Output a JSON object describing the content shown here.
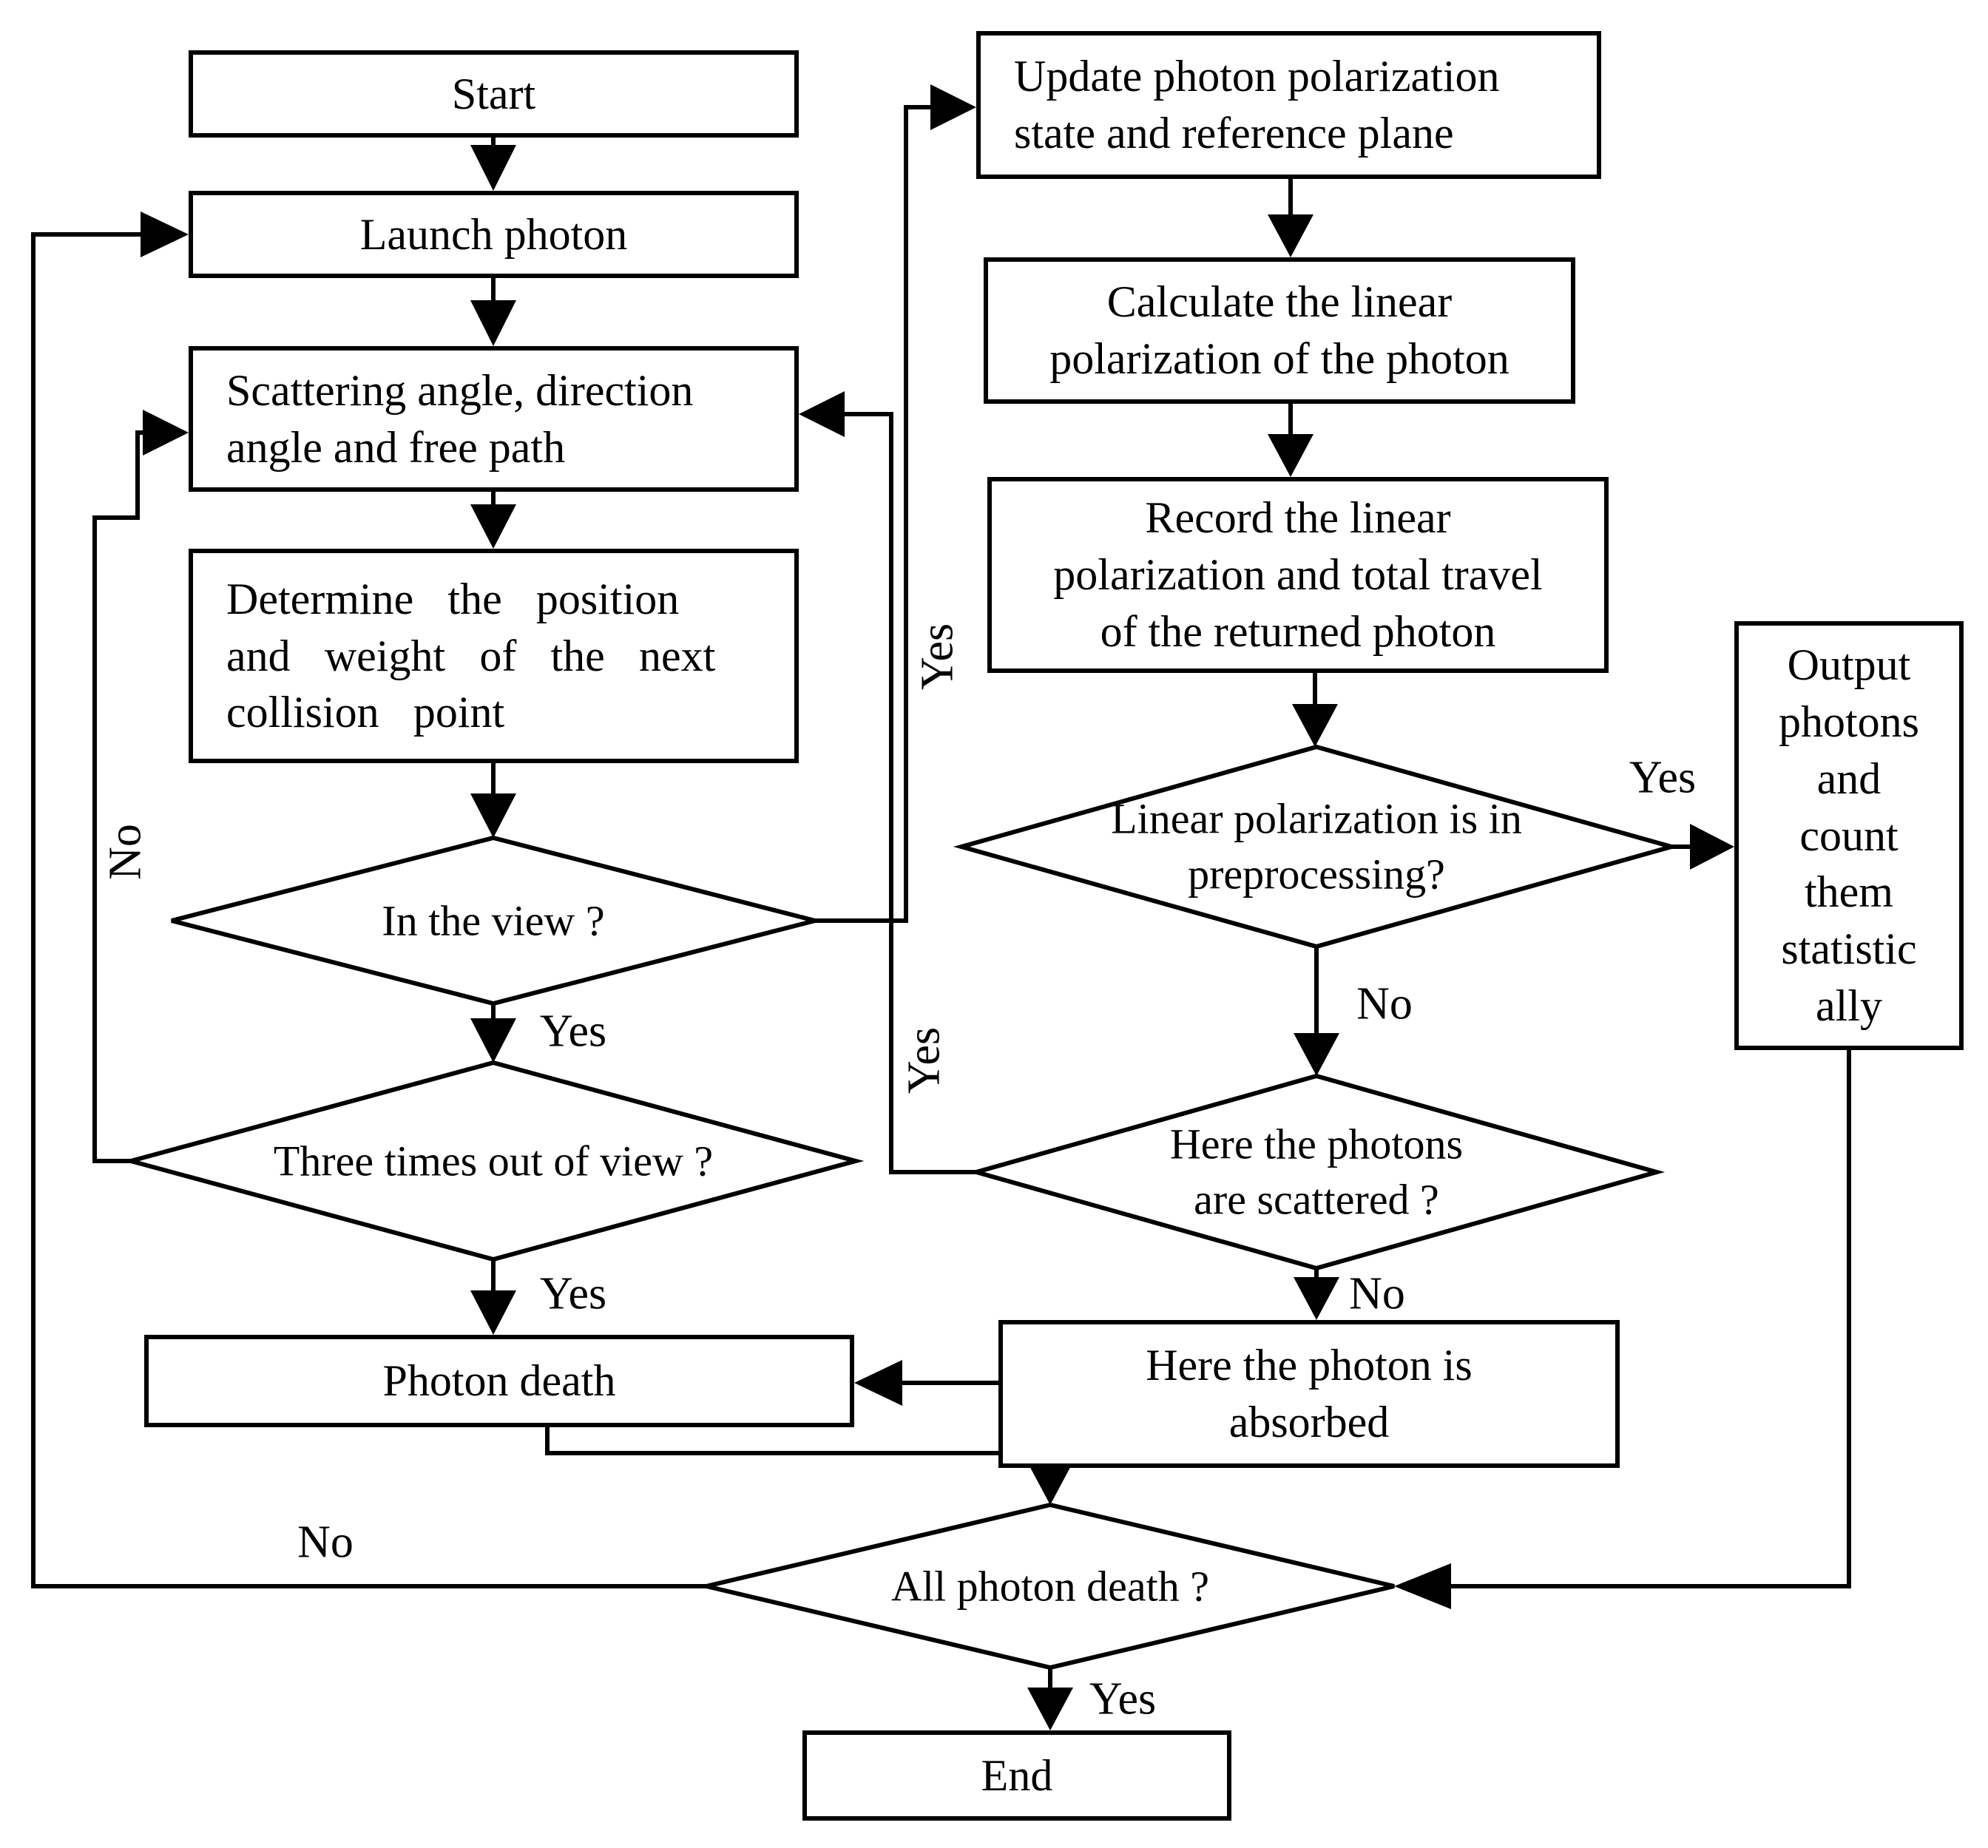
{
  "diagram": {
    "title": "Photon Monte Carlo simulation flowchart",
    "colors": {
      "line": "#000000",
      "background": "#ffffff"
    },
    "nodes": {
      "start": "Start",
      "launch": "Launch photon",
      "scattering": "Scattering angle, direction\nangle and free path",
      "determine": "Determine the position\nand weight of the next\ncollision point",
      "in_view": "In the view ?",
      "three_times": "Three times out of view ?",
      "photon_death": "Photon death",
      "all_photon_death": "All photon death ?",
      "end": "End",
      "update": "Update photon polarization\nstate and reference plane",
      "calculate": "Calculate the linear\npolarization of the photon",
      "record": "Record the linear\npolarization and total travel\nof the returned photon",
      "preprocessing": "Linear polarization is in\npreprocessing?",
      "scattered": "Here the photons\nare scattered ?",
      "absorbed": "Here the photon is\nabsorbed",
      "output": "Output\nphotons\nand\ncount\nthem\nstatistic\nally"
    },
    "edge_labels": {
      "in_view_yes_down": "Yes",
      "in_view_yes_right": "Yes",
      "three_times_yes": "Yes",
      "three_times_no": "No",
      "preprocessing_yes": "Yes",
      "preprocessing_no": "No",
      "scattered_yes": "Yes",
      "scattered_no": "No",
      "all_photon_no": "No",
      "all_photon_yes": "Yes"
    }
  }
}
